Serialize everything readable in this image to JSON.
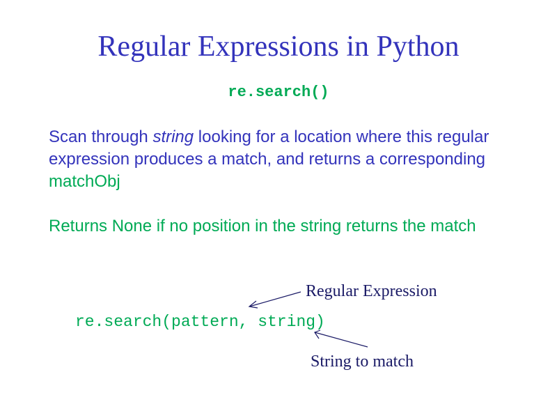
{
  "slide": {
    "title": "Regular Expressions in Python",
    "subtitle": "re.search()",
    "description": {
      "part1": "Scan through ",
      "emphasis": "string",
      "part2": " looking for a location where this regular expression produces a match, and returns a corresponding ",
      "highlight": "matchObj"
    },
    "note": "Returns None if no position in the string returns the match",
    "code": "re.search(pattern, string)",
    "annotations": {
      "pattern_label": "Regular Expression",
      "string_label": "String to match"
    },
    "colors": {
      "title": "#3333bb",
      "accent_green": "#00aa55",
      "annotation": "#1a1a66"
    }
  }
}
